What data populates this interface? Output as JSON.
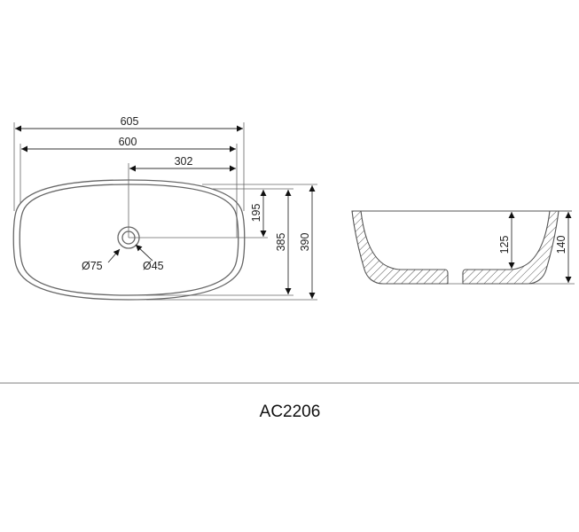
{
  "drawing": {
    "model": "AC2206",
    "top_view": {
      "overall_length_outer": "605",
      "overall_length_inner": "600",
      "drain_offset_x": "302",
      "drain_offset_y": "195",
      "width_inner": "385",
      "width_outer": "390",
      "drain_outer_diameter": "Ø75",
      "drain_inner_diameter": "Ø45"
    },
    "side_view": {
      "inner_depth": "125",
      "overall_height": "140"
    }
  }
}
